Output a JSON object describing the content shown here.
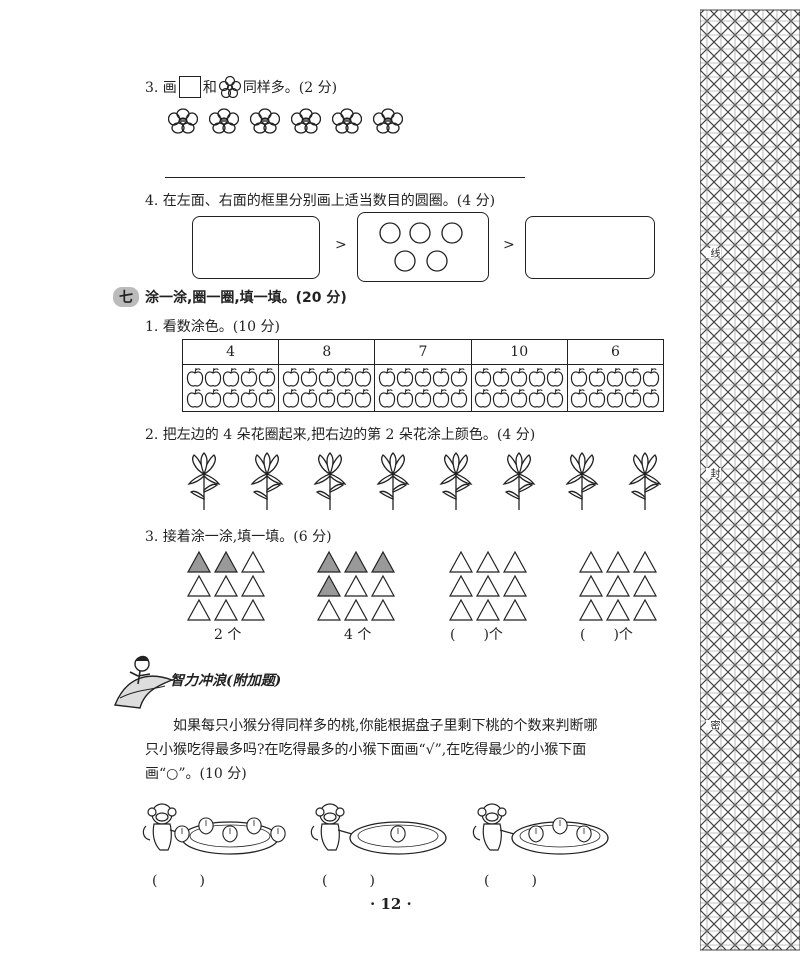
{
  "q3_top": {
    "prefix": "3. 画",
    "mid": "和",
    "suffix": "同样多。(2 分)",
    "flower_count": 6
  },
  "q4": {
    "text": "4. 在左面、右面的框里分别画上适当数目的圆圈。(4 分)",
    "gt": ">",
    "middle_circles": 5
  },
  "section7": {
    "badge": "七",
    "title": "涂一涂,圈一圈,填一填。(20 分)"
  },
  "s7q1": {
    "text": "1. 看数涂色。(10 分)",
    "headers": [
      "4",
      "8",
      "7",
      "10",
      "6"
    ],
    "apples_per_cell": 10
  },
  "s7q2": {
    "text": "2. 把左边的 4 朵花圈起来,把右边的第 2 朵花涂上颜色。(4 分)",
    "flower_count": 8
  },
  "s7q3": {
    "text": "3. 接着涂一涂,填一填。(6 分)",
    "groups": [
      {
        "shaded": 2,
        "label": "2 个"
      },
      {
        "shaded": 4,
        "label": "4 个"
      },
      {
        "shaded": 0,
        "label": "(　　)个"
      },
      {
        "shaded": 0,
        "label": "(　　)个"
      }
    ]
  },
  "bonus": {
    "title": "智力冲浪(附加题)",
    "line1": "如果每只小猴分得同样多的桃,你能根据盘子里剩下桃的个数来判断哪",
    "line2": "只小猴吃得最多吗?在吃得最多的小猴下面画“√”,在吃得最少的小猴下面",
    "line3": "画“○”。(10 分)",
    "answers": [
      "(　　　)",
      "(　　　)",
      "(　　　)"
    ]
  },
  "page_number": "· 12 ·",
  "margin_labels": [
    "线",
    "封",
    "密"
  ]
}
